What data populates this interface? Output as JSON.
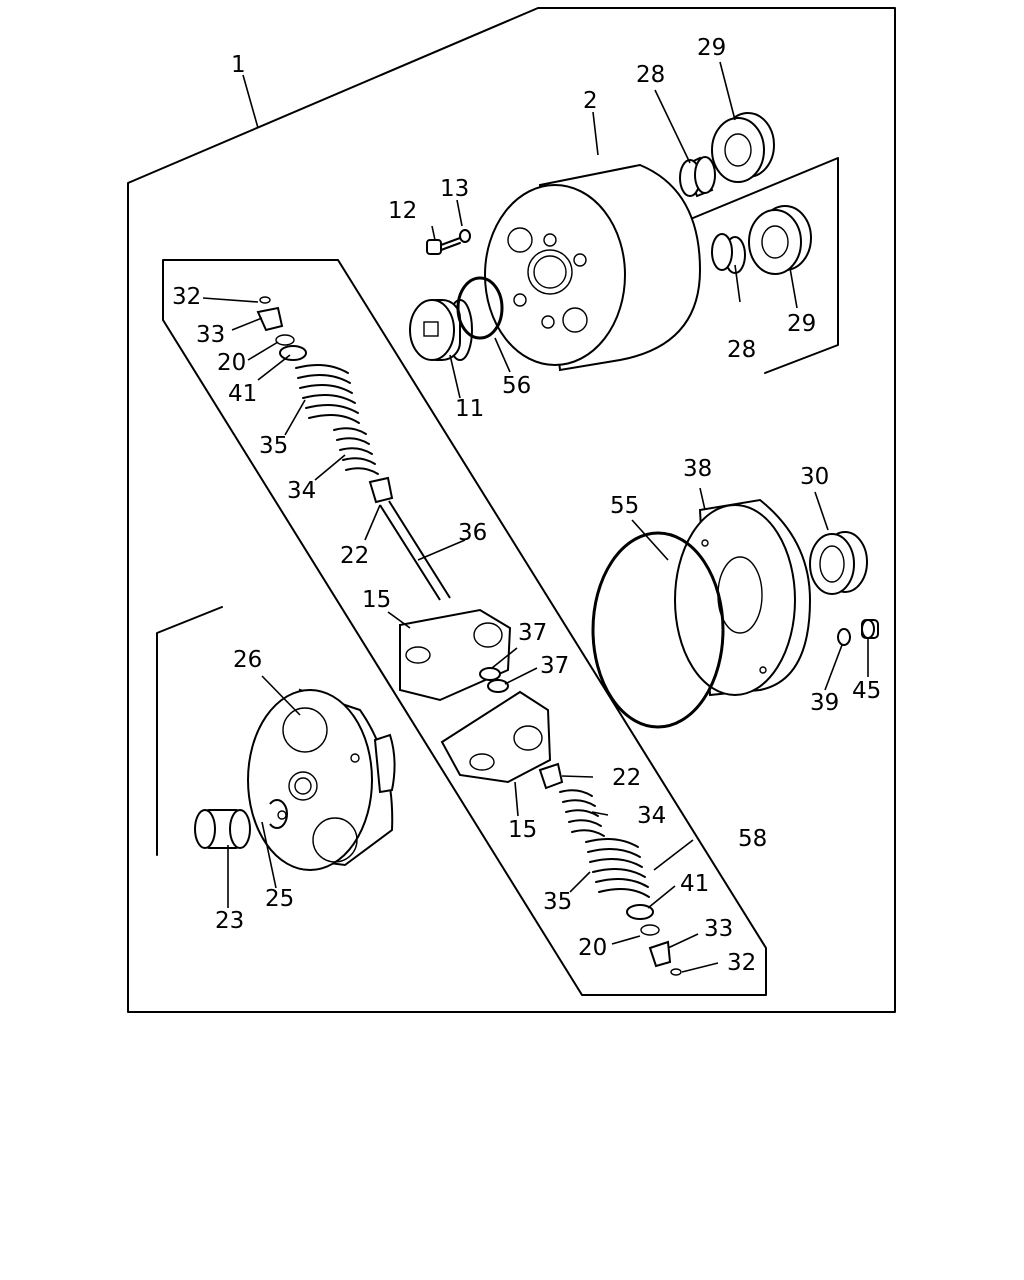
{
  "labels": {
    "1": "1",
    "2": "2",
    "11": "11",
    "12": "12",
    "13": "13",
    "15": "15",
    "20": "20",
    "22": "22",
    "23": "23",
    "25": "25",
    "26": "26",
    "28": "28",
    "29": "29",
    "30": "30",
    "32": "32",
    "33": "33",
    "34": "34",
    "35": "35",
    "36": "36",
    "37": "37",
    "38": "38",
    "39": "39",
    "41": "41",
    "45": "45",
    "55": "55",
    "56": "56",
    "58": "58"
  }
}
